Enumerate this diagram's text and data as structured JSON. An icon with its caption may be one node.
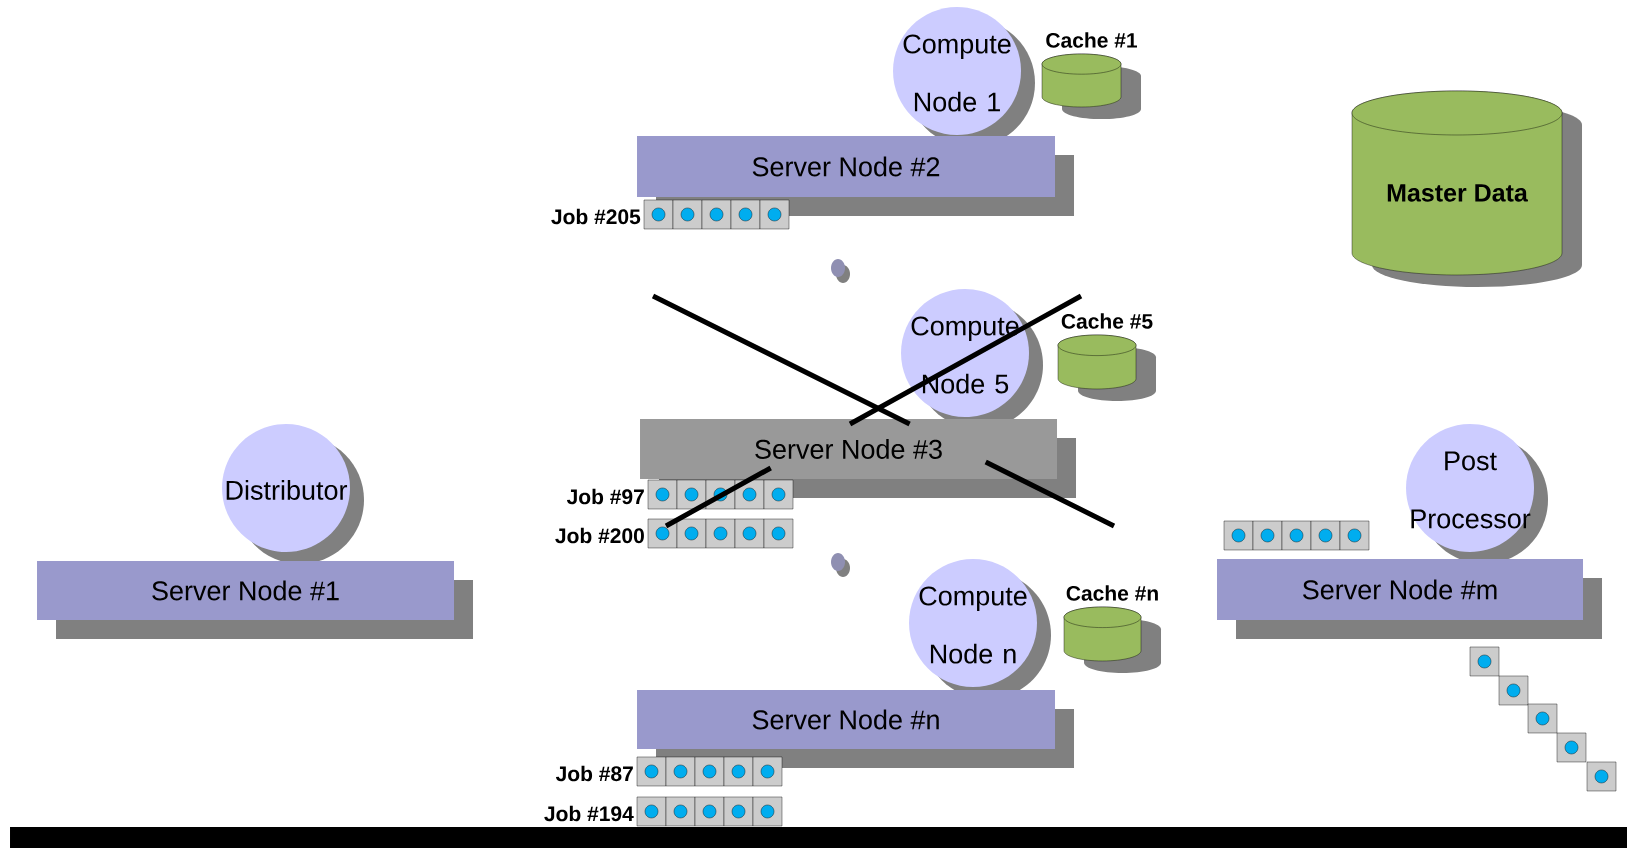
{
  "diagram": {
    "nodes": [
      {
        "text": [
          "Compute Node 1"
        ]
      },
      {
        "text": [
          "Cache #1"
        ]
      },
      {
        "text": [
          "Server Node #2"
        ]
      },
      {
        "text": [],
        "shape": "box",
        "beside": [
          "Job #205"
        ]
      },
      {
        "text": [
          "Master Data"
        ]
      },
      {
        "text": [
          "Compute Node 5"
        ]
      },
      {
        "text": [
          "Cache #5"
        ]
      },
      {
        "text": [
          "Server Node #3"
        ]
      },
      {
        "text": [],
        "shape": "box",
        "beside": [
          "Job #97"
        ]
      },
      {
        "text": [],
        "shape": "box",
        "beside": [
          "Job #200"
        ]
      },
      {
        "text": [
          "Distributor"
        ]
      },
      {
        "text": [
          "Post Processor"
        ]
      },
      {
        "text": [],
        "shape": "box"
      },
      {
        "text": [
          "Server Node #1"
        ]
      },
      {
        "text": [
          "Server Node #m"
        ]
      },
      {
        "text": [
          "Compute Node n"
        ]
      },
      {
        "text": [
          "Cache #n"
        ]
      },
      {
        "text": [
          "Server Node #n"
        ]
      },
      {
        "text": [],
        "shape": "box",
        "beside": [
          "Job #87"
        ]
      },
      {
        "text": [],
        "shape": "box",
        "beside": [
          "Job #194"
        ]
      },
      {
        "text": [],
        "shape": "box"
      },
      {
        "text": [],
        "shape": "box"
      },
      {
        "text": [],
        "shape": "box"
      },
      {
        "text": [],
        "shape": "box"
      },
      {
        "text": [],
        "shape": "box"
      }
    ]
  }
}
